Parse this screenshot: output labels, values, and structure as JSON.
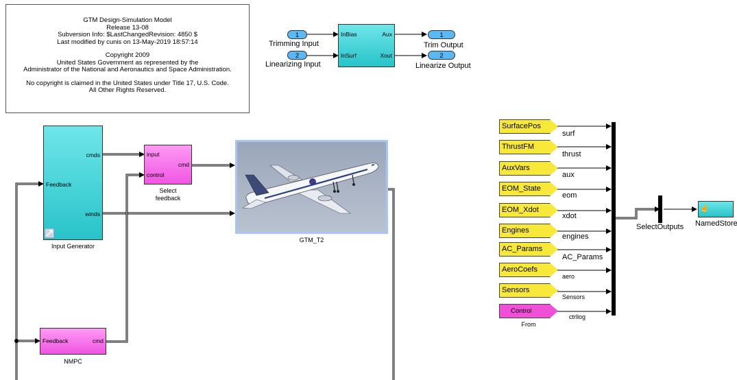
{
  "note": {
    "lines": [
      "GTM Design-Simulation Model",
      "Release 13-08",
      "Subversion Info: $LastChangedRevision: 4850 $",
      "Last modified by cunis on 13-May-2019 18:57:14"
    ],
    "copyright": [
      "Copyright 2009",
      "United States Government as represented by the",
      "Administrator of the National and Aeronautics and Space Administration."
    ],
    "rights": [
      "No copyright is claimed in the United States under Title 17, U.S. Code.",
      "All Other Rights Reserved."
    ]
  },
  "inports": [
    {
      "number": "1",
      "label": "Trimming Input"
    },
    {
      "number": "2",
      "label": "Linearizing Input"
    }
  ],
  "outports": [
    {
      "number": "1",
      "label": "Trim Output"
    },
    {
      "number": "2",
      "label": "Linearize Output"
    }
  ],
  "bias_block": {
    "in1": "InBias",
    "in2": "InSurf",
    "out1": "Aux",
    "out2": "Xout"
  },
  "input_generator": {
    "out_cmds": "cmds",
    "in_feedback": "Feedback",
    "out_winds": "winds",
    "caption": "Input Generator"
  },
  "select_feedback": {
    "in_input": "input",
    "in_control": "control",
    "out_cmd": "cmd",
    "caption1": "Select",
    "caption2": "feedback"
  },
  "plant": {
    "caption": "GTM_T2"
  },
  "nmpc": {
    "in_feedback": "Feedback",
    "out_cmd": "cmd",
    "caption": "NMPC"
  },
  "from_blocks": [
    {
      "tag": "SurfacePos",
      "signal": "surf"
    },
    {
      "tag": "ThrustFM",
      "signal": "thrust"
    },
    {
      "tag": "AuxVars",
      "signal": "aux"
    },
    {
      "tag": "EOM_State",
      "signal": "eom"
    },
    {
      "tag": "EOM_Xdot",
      "signal": "xdot"
    },
    {
      "tag": "Engines",
      "signal": "engines"
    },
    {
      "tag": "AC_Params",
      "signal": "AC_Params"
    },
    {
      "tag": "AeroCoefs",
      "signal": "aero"
    },
    {
      "tag": "Sensors",
      "signal": "Sensors"
    },
    {
      "tag": "Control",
      "signal": "ctrllog"
    }
  ],
  "from_caption": "From",
  "select_outputs": "SelectOutputs",
  "named_store": "NamedStore",
  "colors": {
    "cyan": "#27c3c9",
    "magenta": "#f055e2",
    "yellow": "#f7e83a",
    "port_blue": "#5bb8f4",
    "pink": "#f04fd8"
  }
}
